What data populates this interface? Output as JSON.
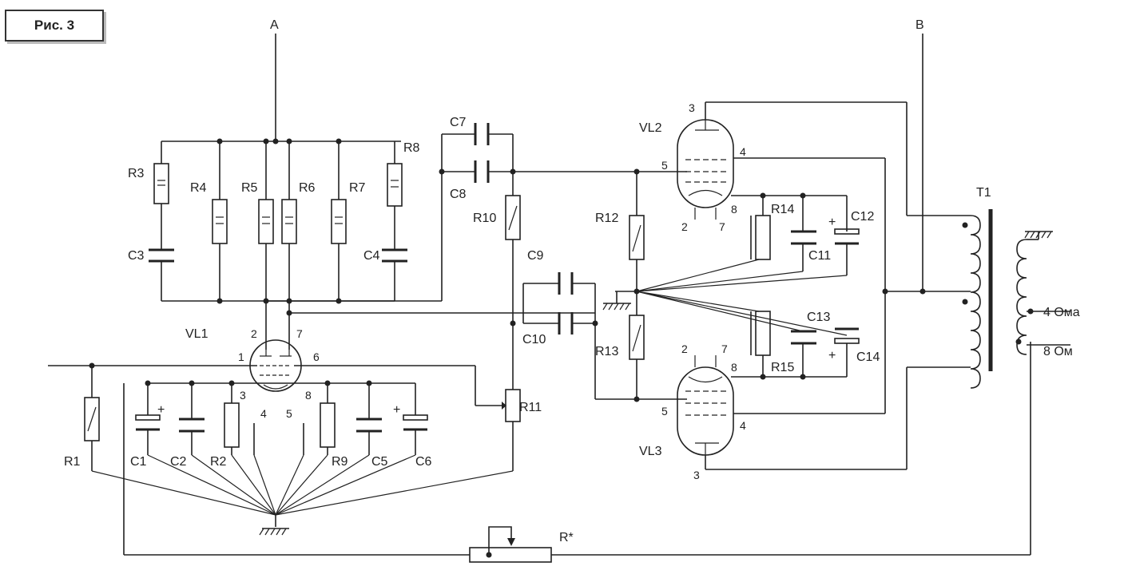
{
  "figure_label": "Рис. 3",
  "nodes": {
    "a": "A",
    "b": "B"
  },
  "components": {
    "R1": "R1",
    "R2": "R2",
    "R3": "R3",
    "R4": "R4",
    "R5": "R5",
    "R6": "R6",
    "R7": "R7",
    "R8": "R8",
    "R9": "R9",
    "R10": "R10",
    "R11": "R11",
    "R12": "R12",
    "R13": "R13",
    "R14": "R14",
    "R15": "R15",
    "R_star": "R*",
    "C1": "C1",
    "C2": "C2",
    "C3": "C3",
    "C4": "C4",
    "C5": "C5",
    "C6": "C6",
    "C7": "C7",
    "C8": "C8",
    "C9": "C9",
    "C10": "C10",
    "C11": "C11",
    "C12": "C12",
    "C13": "C13",
    "C14": "C14",
    "VL1": "VL1",
    "VL2": "VL2",
    "VL3": "VL3",
    "T1": "T1"
  },
  "pins": {
    "vl1": {
      "p1": "1",
      "p2": "2",
      "p3": "3",
      "p4": "4",
      "p5": "5",
      "p6": "6",
      "p7": "7",
      "p8": "8"
    },
    "vl2": {
      "p2": "2",
      "p3": "3",
      "p4": "4",
      "p5": "5",
      "p7": "7",
      "p8": "8"
    },
    "vl3": {
      "p2": "2",
      "p3": "3",
      "p4": "4",
      "p5": "5",
      "p7": "7",
      "p8": "8"
    }
  },
  "outputs": {
    "tap_4": "4 Ома",
    "tap_8": "8 Ом"
  },
  "polarity_mark": "+"
}
